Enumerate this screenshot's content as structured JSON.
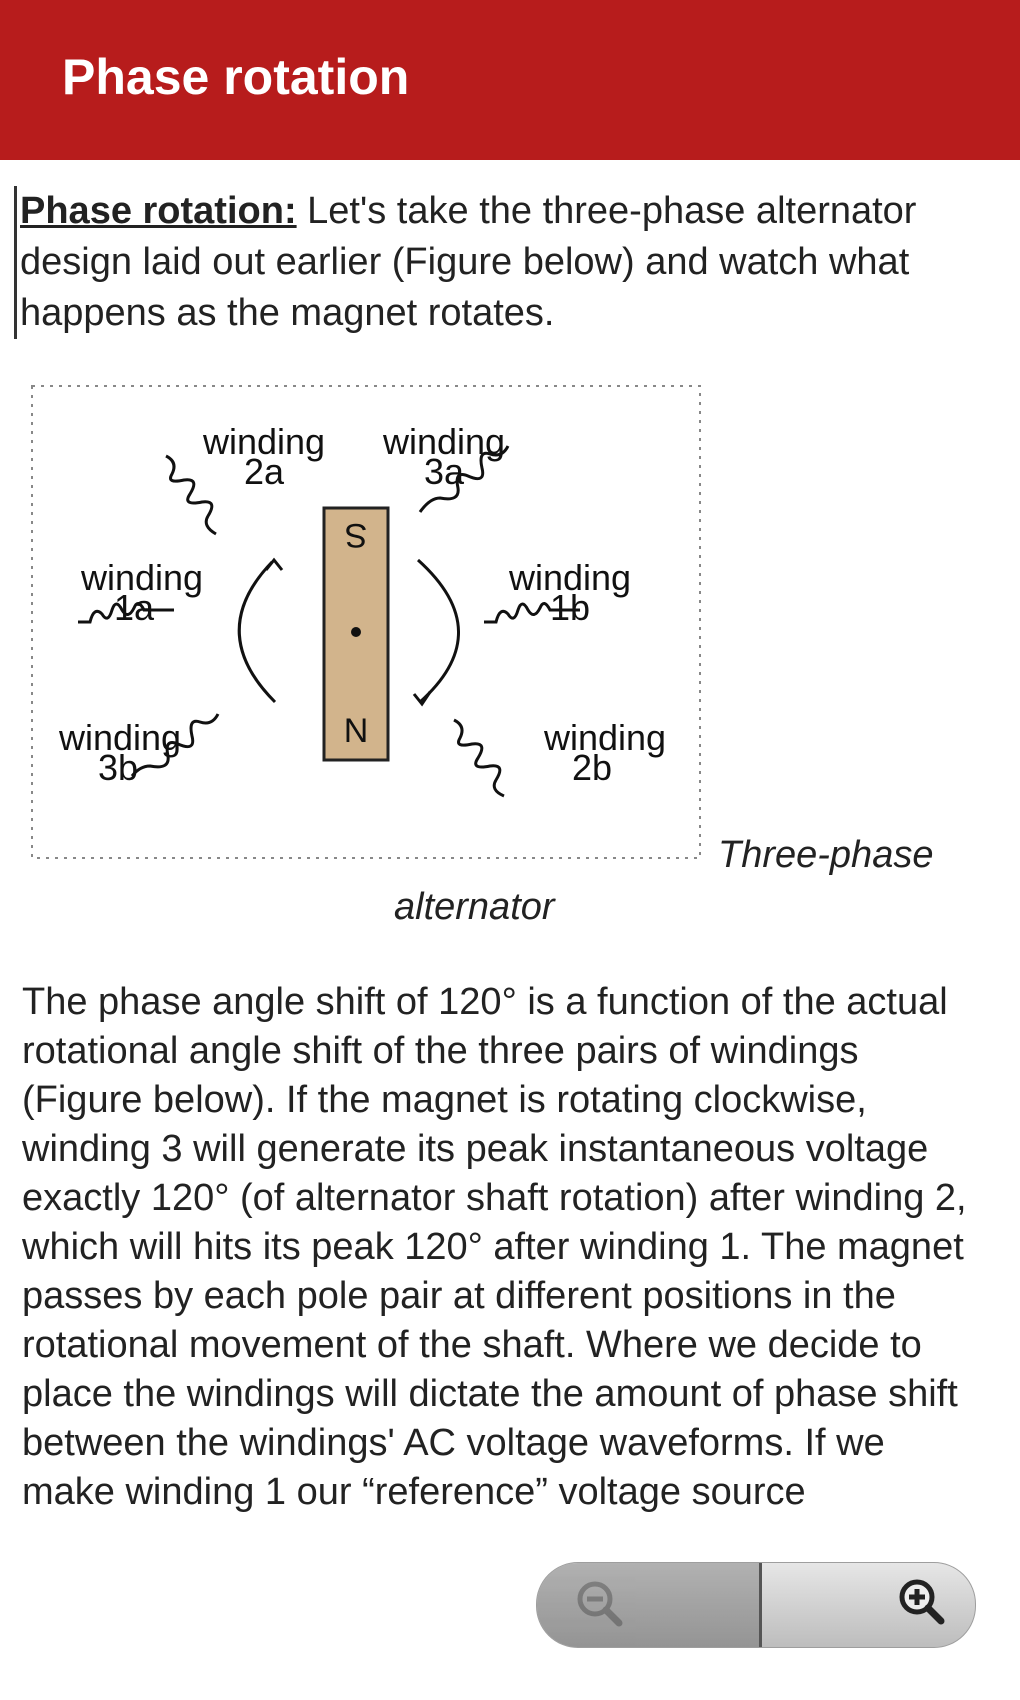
{
  "app_bar": {
    "title": "Phase rotation"
  },
  "intro": {
    "label": "Phase rotation:",
    "text": " Let's take the three-phase alternator design laid out earlier (Figure below) and watch what happens as the magnet rotates."
  },
  "figure": {
    "labels": {
      "winding_2a": "winding",
      "winding_2a_id": "2a",
      "winding_3a": "winding",
      "winding_3a_id": "3a",
      "winding_1a": "winding",
      "winding_1a_id": "1a",
      "winding_1b": "winding",
      "winding_1b_id": "1b",
      "winding_3b": "winding",
      "winding_3b_id": "3b",
      "winding_2b": "winding",
      "winding_2b_id": "2b",
      "magnet_south": "S",
      "magnet_north": "N"
    },
    "magnet_color": "#d2b48c",
    "caption_line1": "Three-phase",
    "caption_line2": "alternator"
  },
  "body_text": "The phase angle shift of 120° is a function of the actual rotational angle shift of the three pairs of windings (Figure below). If the magnet is rotating clockwise, winding 3 will generate its peak instantaneous voltage exactly 120° (of alternator shaft rotation) after winding 2, which will hits its peak 120° after winding 1. The magnet passes by each pole pair at different positions in the rotational movement of the shaft. Where we decide to place the windings will dictate the amount of phase shift between the windings' AC voltage waveforms. If we make winding 1 our “reference” voltage source",
  "zoom": {
    "out_icon": "zoom-out-icon",
    "in_icon": "zoom-in-icon"
  },
  "colors": {
    "app_bar": "#b71c1c"
  }
}
